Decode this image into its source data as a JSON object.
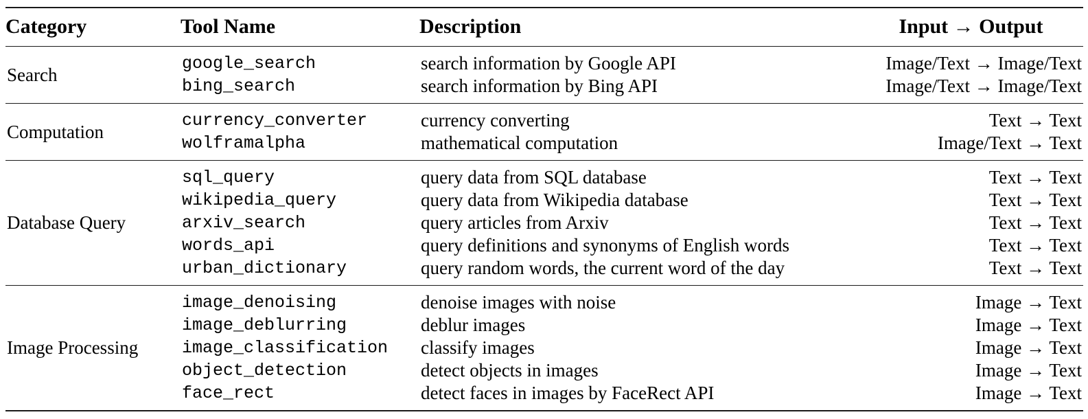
{
  "table": {
    "headers": {
      "category": "Category",
      "tool_name": "Tool Name",
      "description": "Description",
      "io": "Input → Output"
    },
    "groups": [
      {
        "category": "Search",
        "rows": [
          {
            "tool": "google_search",
            "description": "search information by Google API",
            "io": "Image/Text → Image/Text"
          },
          {
            "tool": "bing_search",
            "description": "search information by Bing API",
            "io": "Image/Text → Image/Text"
          }
        ]
      },
      {
        "category": "Computation",
        "rows": [
          {
            "tool": "currency_converter",
            "description": "currency converting",
            "io": "Text → Text"
          },
          {
            "tool": "wolframalpha",
            "description": "mathematical computation",
            "io": "Image/Text → Text"
          }
        ]
      },
      {
        "category": "Database Query",
        "rows": [
          {
            "tool": "sql_query",
            "description": "query data from SQL database",
            "io": "Text → Text"
          },
          {
            "tool": "wikipedia_query",
            "description": "query data from Wikipedia database",
            "io": "Text → Text"
          },
          {
            "tool": "arxiv_search",
            "description": "query articles from Arxiv",
            "io": "Text → Text"
          },
          {
            "tool": "words_api",
            "description": "query definitions and synonyms of English words",
            "io": "Text → Text"
          },
          {
            "tool": "urban_dictionary",
            "description": "query random words, the current word of the day",
            "io": "Text → Text"
          }
        ]
      },
      {
        "category": "Image Processing",
        "rows": [
          {
            "tool": "image_denoising",
            "description": "denoise images with noise",
            "io": "Image → Text"
          },
          {
            "tool": "image_deblurring",
            "description": "deblur images",
            "io": "Image → Text"
          },
          {
            "tool": "image_classification",
            "description": "classify images",
            "io": "Image → Text"
          },
          {
            "tool": "object_detection",
            "description": "detect objects in images",
            "io": "Image → Text"
          },
          {
            "tool": "face_rect",
            "description": "detect faces in images by FaceRect API",
            "io": "Image → Text"
          }
        ]
      }
    ],
    "colors": {
      "text": "#000000",
      "rule": "#1a1a1a",
      "background": "#ffffff"
    }
  }
}
